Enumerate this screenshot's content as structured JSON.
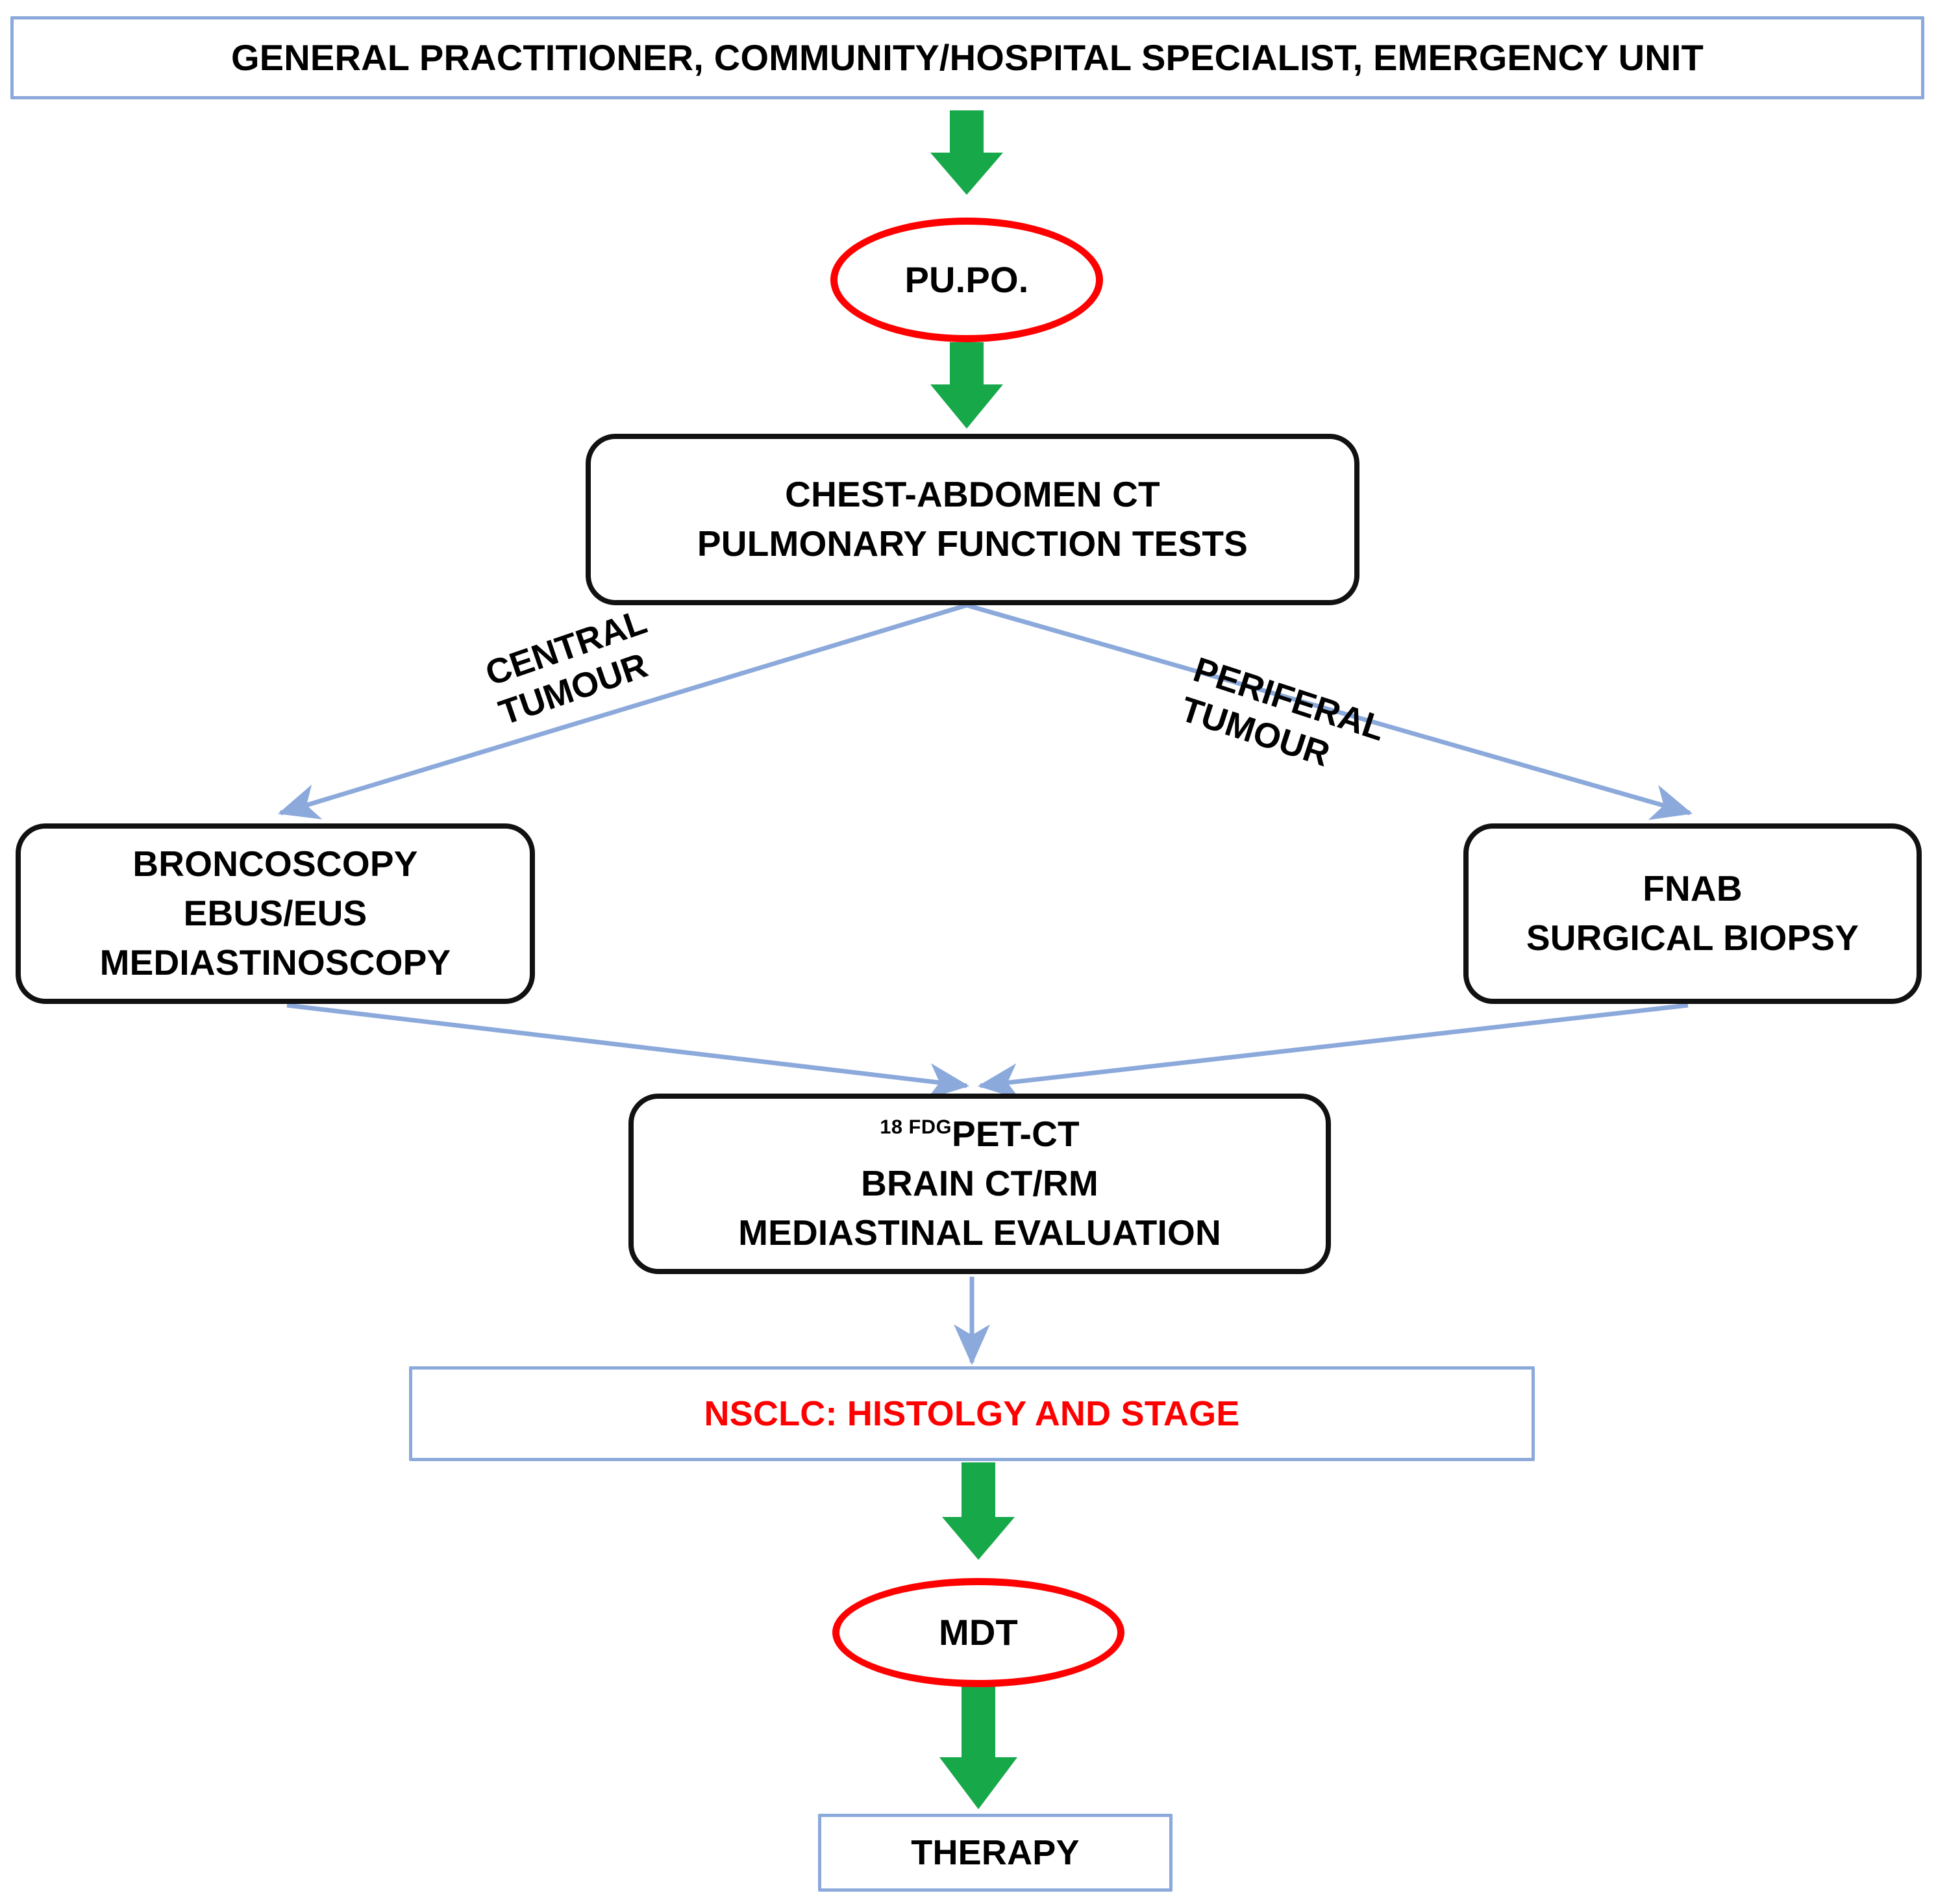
{
  "diagram": {
    "title": "NSCLC diagnostic pathway flowchart",
    "colors": {
      "blue_border": "#8CA9DB",
      "black_border": "#111111",
      "red_accent": "#FF0000",
      "green_arrow": "#17A84A",
      "connector_blue": "#8CA9DB",
      "text": "#000000",
      "background": "#FFFFFF"
    },
    "nodes": {
      "referral": {
        "label": "GENERAL PRACTITIONER, COMMUNITY/HOSPITAL SPECIALIST, EMERGENCY UNIT",
        "shape": "rectangle",
        "border_color": "#8CA9DB"
      },
      "pupo": {
        "label": "PU.PO.",
        "shape": "ellipse",
        "border_color": "#FF0000"
      },
      "ct": {
        "line1": "CHEST-ABDOMEN CT",
        "line2": "PULMONARY FUNCTION TESTS",
        "shape": "rounded-rectangle",
        "border_color": "#111111"
      },
      "bronco": {
        "line1": "BRONCOSCOPY",
        "line2": "EBUS/EUS",
        "line3": "MEDIASTINOSCOPY",
        "shape": "rounded-rectangle",
        "border_color": "#111111"
      },
      "fnab": {
        "line1": "FNAB",
        "line2": "SURGICAL BIOPSY",
        "shape": "rounded-rectangle",
        "border_color": "#111111"
      },
      "petct": {
        "line1_sup": "18 FDG",
        "line1": "PET-CT",
        "line2": "BRAIN CT/RM",
        "line3": "MEDIASTINAL EVALUATION",
        "shape": "rounded-rectangle",
        "border_color": "#111111"
      },
      "nsclc": {
        "label": "NSCLC: HISTOLGY AND STAGE",
        "shape": "rectangle",
        "border_color": "#8CA9DB",
        "text_color": "#FF0000"
      },
      "mdt": {
        "label": "MDT",
        "shape": "ellipse",
        "border_color": "#FF0000"
      },
      "therapy": {
        "label": "THERAPY",
        "shape": "rectangle",
        "border_color": "#8CA9DB"
      }
    },
    "edge_labels": {
      "central": {
        "line1": "CENTRAL",
        "line2": "TUMOUR"
      },
      "periferal": {
        "line1": "PERIFERAL",
        "line2": "TUMOUR"
      }
    },
    "edges": [
      {
        "from": "referral",
        "to": "pupo",
        "style": "thick-green-arrow"
      },
      {
        "from": "pupo",
        "to": "ct",
        "style": "thick-green-arrow"
      },
      {
        "from": "ct",
        "to": "bronco",
        "style": "thin-blue-arrow",
        "label": "CENTRAL TUMOUR"
      },
      {
        "from": "ct",
        "to": "fnab",
        "style": "thin-blue-arrow",
        "label": "PERIFERAL TUMOUR"
      },
      {
        "from": "bronco",
        "to": "petct",
        "style": "thin-blue-arrow"
      },
      {
        "from": "fnab",
        "to": "petct",
        "style": "thin-blue-arrow"
      },
      {
        "from": "petct",
        "to": "nsclc",
        "style": "thin-blue-arrow"
      },
      {
        "from": "nsclc",
        "to": "mdt",
        "style": "thick-green-arrow"
      },
      {
        "from": "mdt",
        "to": "therapy",
        "style": "thick-green-arrow"
      }
    ]
  }
}
